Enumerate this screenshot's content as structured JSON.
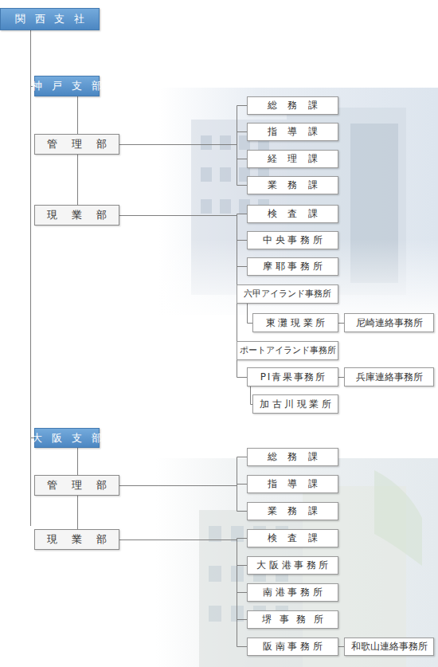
{
  "diagram": {
    "nodes": [
      {
        "text": [
          "関西支社"
        ]
      },
      {
        "text": [
          "神戸支部"
        ]
      },
      {
        "text": [
          "管理部"
        ]
      },
      {
        "text": [
          "総務課"
        ]
      },
      {
        "text": [
          "指導課"
        ]
      },
      {
        "text": [
          "経理課"
        ]
      },
      {
        "text": [
          "業務課"
        ]
      },
      {
        "text": [
          "現業部"
        ]
      },
      {
        "text": [
          "検査課"
        ]
      },
      {
        "text": [
          "中央事務所"
        ]
      },
      {
        "text": [
          "摩耶事務所"
        ]
      },
      {
        "text": [
          "六甲アイランド事務所"
        ]
      },
      {
        "text": [
          "東灘現業所"
        ]
      },
      {
        "text": [
          "尼崎連絡事務所"
        ]
      },
      {
        "text": [
          "ポートアイランド事務所"
        ]
      },
      {
        "text": [
          "PI青果事務所"
        ]
      },
      {
        "text": [
          "兵庫連絡事務所"
        ]
      },
      {
        "text": [
          "加古川現業所"
        ]
      },
      {
        "text": [
          "大阪支部"
        ]
      },
      {
        "text": [
          "管理部"
        ]
      },
      {
        "text": [
          "総務課"
        ]
      },
      {
        "text": [
          "指導課"
        ]
      },
      {
        "text": [
          "業務課"
        ]
      },
      {
        "text": [
          "現業部"
        ]
      },
      {
        "text": [
          "検査課"
        ]
      },
      {
        "text": [
          "大阪港事務所"
        ]
      },
      {
        "text": [
          "南港事務所"
        ]
      },
      {
        "text": [
          "堺事務所"
        ]
      },
      {
        "text": [
          "阪南事務所"
        ]
      },
      {
        "text": [
          "和歌山連絡事務所"
        ]
      }
    ],
    "edges": [
      {
        "from": 0,
        "to": 1,
        "arrow": "none"
      },
      {
        "from": 0,
        "to": 18,
        "arrow": "none"
      },
      {
        "from": 1,
        "to": 2,
        "arrow": "none"
      },
      {
        "from": 2,
        "to": 7,
        "arrow": "none"
      },
      {
        "from": 2,
        "to": 3,
        "arrow": "none"
      },
      {
        "from": 2,
        "to": 4,
        "arrow": "none"
      },
      {
        "from": 2,
        "to": 5,
        "arrow": "none"
      },
      {
        "from": 2,
        "to": 6,
        "arrow": "none"
      },
      {
        "from": 7,
        "to": 8,
        "arrow": "none"
      },
      {
        "from": 7,
        "to": 9,
        "arrow": "none"
      },
      {
        "from": 7,
        "to": 10,
        "arrow": "none"
      },
      {
        "from": 7,
        "to": 11,
        "arrow": "none"
      },
      {
        "from": 7,
        "to": 14,
        "arrow": "none"
      },
      {
        "from": 7,
        "to": 15,
        "arrow": "none"
      },
      {
        "from": 11,
        "to": 12,
        "arrow": "none"
      },
      {
        "from": 12,
        "to": 13,
        "arrow": "none"
      },
      {
        "from": 15,
        "to": 16,
        "arrow": "none"
      },
      {
        "from": 15,
        "to": 17,
        "arrow": "none"
      },
      {
        "from": 18,
        "to": 19,
        "arrow": "none"
      },
      {
        "from": 19,
        "to": 23,
        "arrow": "none"
      },
      {
        "from": 19,
        "to": 20,
        "arrow": "none"
      },
      {
        "from": 19,
        "to": 21,
        "arrow": "none"
      },
      {
        "from": 19,
        "to": 22,
        "arrow": "none"
      },
      {
        "from": 23,
        "to": 24,
        "arrow": "none"
      },
      {
        "from": 23,
        "to": 25,
        "arrow": "none"
      },
      {
        "from": 23,
        "to": 26,
        "arrow": "none"
      },
      {
        "from": 23,
        "to": 27,
        "arrow": "none"
      },
      {
        "from": 23,
        "to": 28,
        "arrow": "none"
      },
      {
        "from": 28,
        "to": 29,
        "arrow": "none"
      }
    ]
  }
}
